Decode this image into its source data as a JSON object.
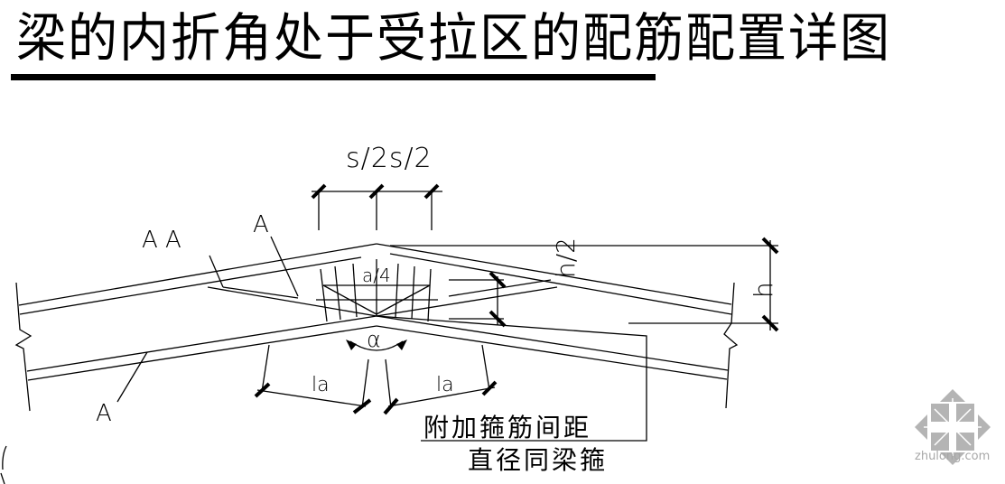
{
  "title": "梁的内折角处于受拉区的配筋配置详图",
  "labels": {
    "stirrup_spacing_dim": "s/2s/2",
    "section_aa": "A A",
    "section_a_top": "A",
    "section_a_bottom": "A",
    "a_over_4": "a/4",
    "angle_alpha": "α",
    "anchor_length_left": "la",
    "anchor_length_right": "la",
    "half_height": "h/2",
    "height": "h"
  },
  "notes": {
    "line1": "附加箍筋间距",
    "line2": "直径同梁箍"
  },
  "watermark": {
    "text": "zhulong.com",
    "color": "#a8a8a8"
  },
  "colors": {
    "line": "#000000",
    "background": "#ffffff"
  }
}
